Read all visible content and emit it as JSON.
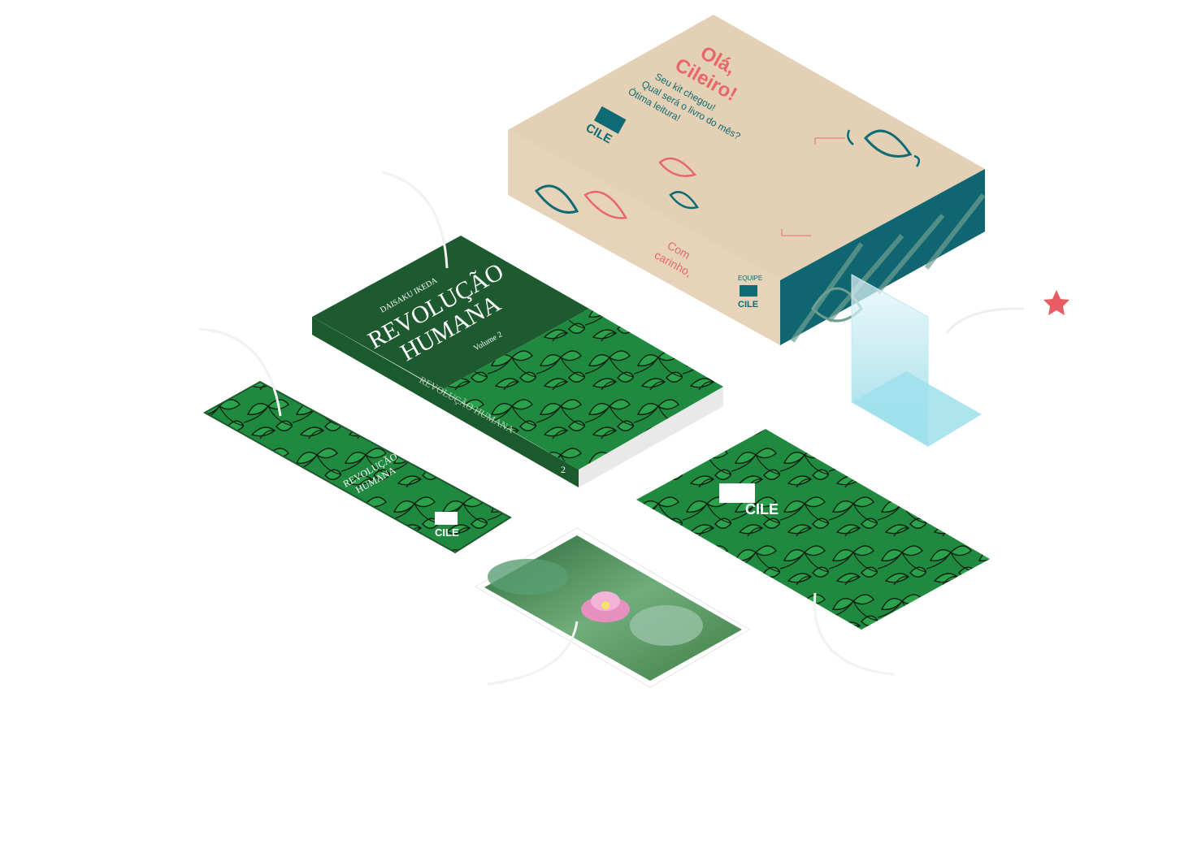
{
  "box": {
    "greeting_line1": "Olá,",
    "greeting_line2": "Cileiro!",
    "message": [
      "Seu kit chegou!",
      "Qual será o livro do mês?",
      "Ótima leitura!"
    ],
    "brand": "CILE",
    "closing_line1": "Com",
    "closing_line2": "carinho,",
    "team_label": "EQUIPE",
    "team_brand": "CILE"
  },
  "book": {
    "author": "DAISAKU IKEDA",
    "title_line1": "REVOLUÇÃO",
    "title_line2": "HUMANA",
    "volume": "Volume 2",
    "spine_title": "REVOLUÇÃO HUMANA",
    "spine_number": "2"
  },
  "bookmark": {
    "title_line1": "REVOLUÇÃO",
    "title_line2": "HUMANA",
    "brand": "CILE"
  },
  "card": {
    "brand": "CILE"
  },
  "colors": {
    "kraft": "#e2cfb4",
    "teal": "#0e6b74",
    "coral": "#e8676c",
    "green_dark": "#1d5a2e",
    "green_light": "#21a04a",
    "acrylic": "#aee6ef",
    "star": "#e85d63"
  }
}
